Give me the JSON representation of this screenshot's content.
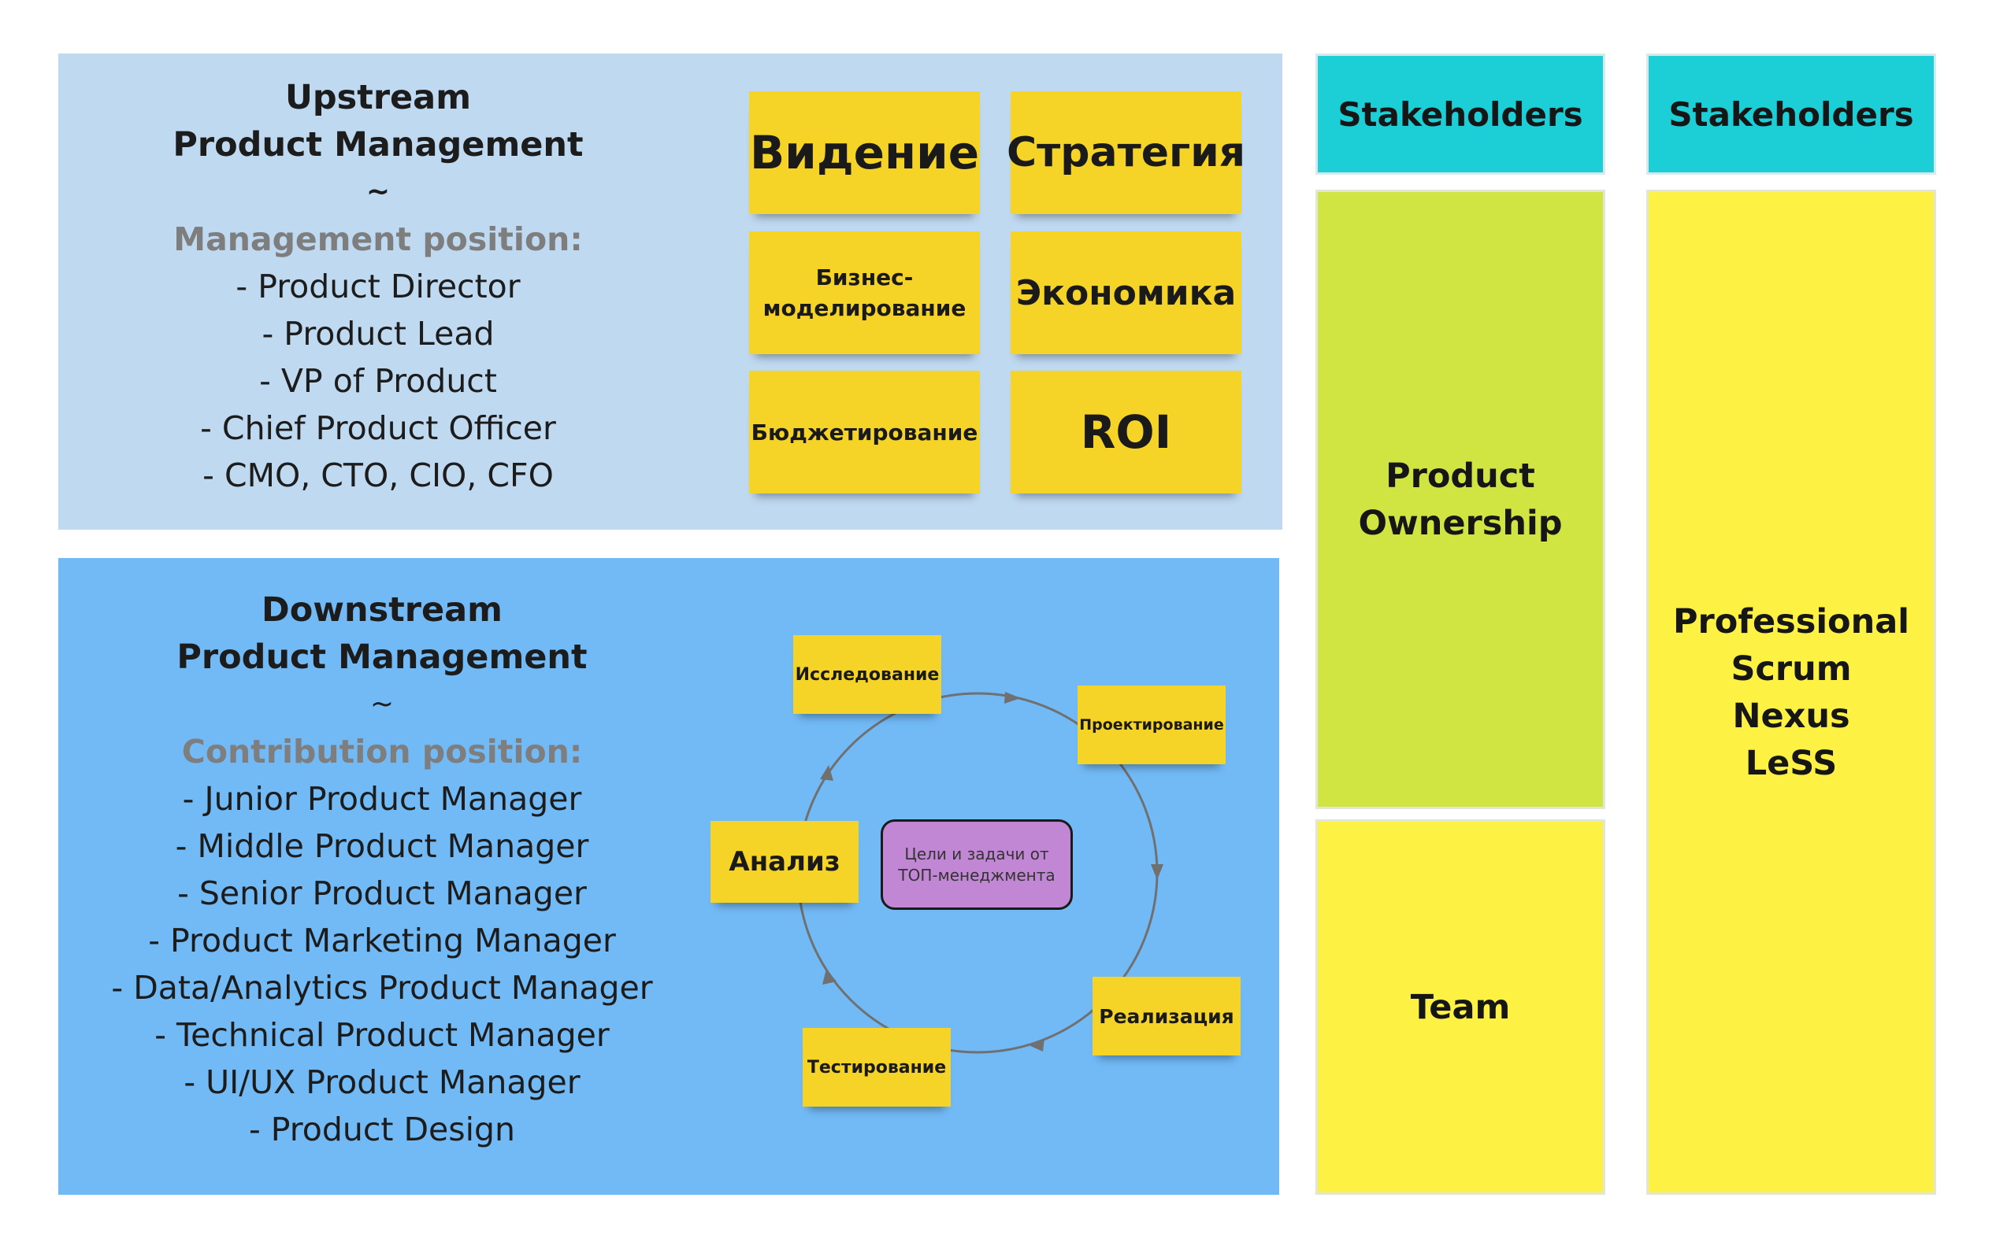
{
  "upstream": {
    "title1": "Upstream",
    "title2": "Product Management",
    "tilde": "~",
    "position": "Management position:",
    "items": [
      "- Product Director",
      "- Product Lead",
      "- VP of Product",
      "- Chief Product Officer",
      "- CMO, CTO, CIO, CFO"
    ],
    "stickies": [
      "Видение",
      "Стратегия",
      "Бизнес-",
      "моделирование",
      "Экономика",
      "Бюджетирование",
      "ROI"
    ]
  },
  "downstream": {
    "title1": "Downstream",
    "title2": "Product Management",
    "tilde": "~",
    "position": "Contribution position:",
    "items": [
      "- Junior Product Manager",
      "- Middle Product Manager",
      "- Senior Product Manager",
      "- Product Marketing Manager",
      "- Data/Analytics Product Manager",
      "- Technical Product Manager",
      "- UI/UX Product Manager",
      "- Product Design"
    ],
    "cycle": [
      "Исследование",
      "Проектирование",
      "Реализация",
      "Тестирование",
      "Анализ"
    ],
    "center_line1": "Цели и задачи от",
    "center_line2": "ТОП-менеджмента"
  },
  "columns": {
    "col1": {
      "header": "Stakeholders",
      "mid_line1": "Product",
      "mid_line2": "Ownership",
      "bottom": "Team"
    },
    "col2": {
      "header": "Stakeholders",
      "lines": [
        "Professional",
        "Scrum",
        "Nexus",
        "LeSS"
      ]
    }
  },
  "colors": {
    "upstream_bg": "#bfd9f1",
    "downstream_bg": "#72baf6",
    "sticky": "#f5d327",
    "center_box": "#c287d4",
    "stakeholders": "#1ccfd6",
    "product_ownership": "#d1e542",
    "team_yellow": "#fdf144"
  }
}
